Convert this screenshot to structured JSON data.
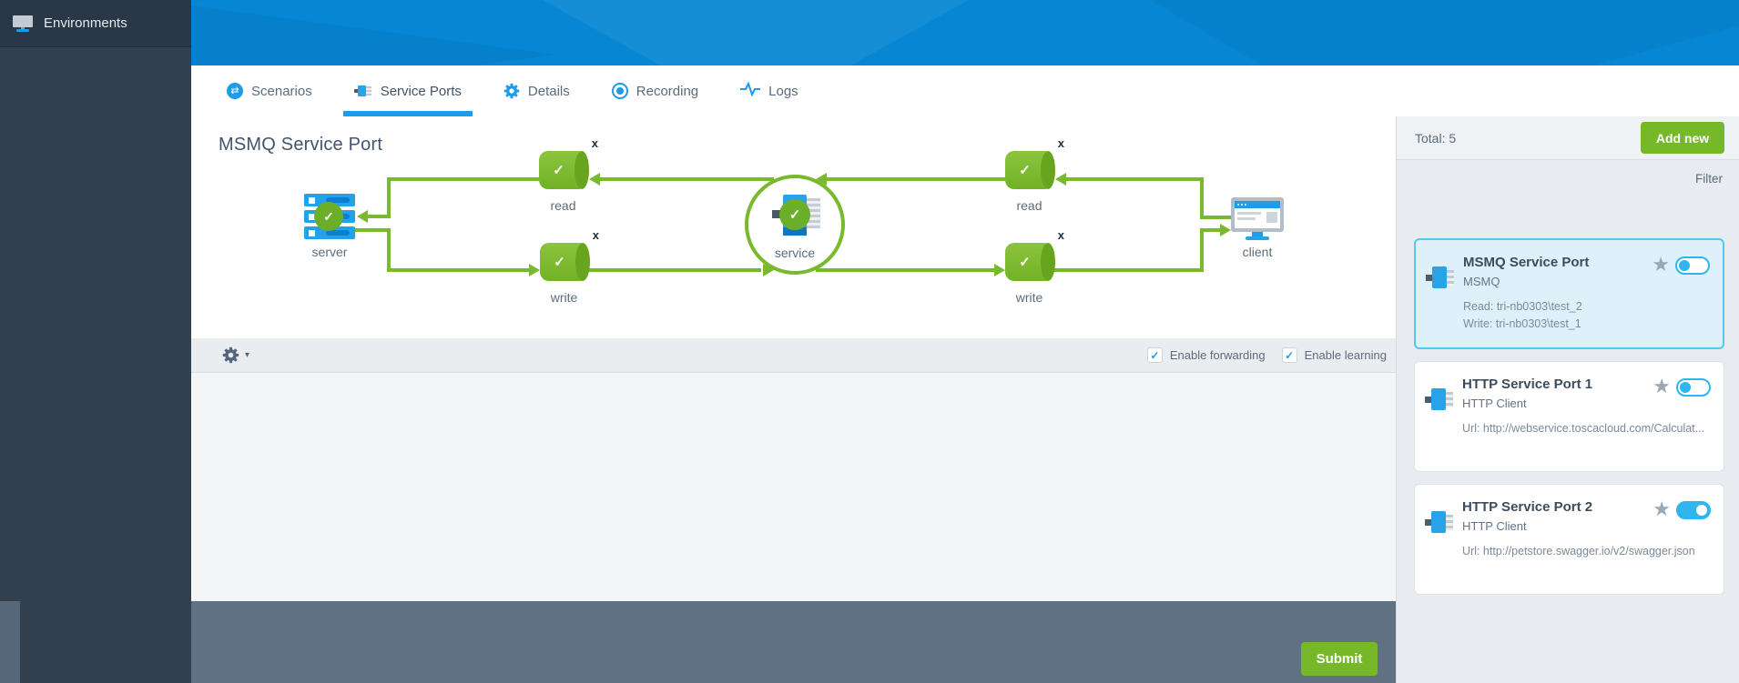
{
  "colors": {
    "accent_green": "#76b82a",
    "accent_blue": "#1e9be9",
    "banner_blue": "#0787d3",
    "sidebar_dark": "#33404f",
    "footer_slate": "#5f7183",
    "toggle_blue": "#2fb5f0",
    "selected_card_bg": "#def1fb",
    "selected_card_border": "#55c7f3"
  },
  "icons": {
    "check": "✓",
    "star": "★",
    "caret": "▾",
    "swap": "⇄"
  },
  "sidebar": {
    "title": "Environments"
  },
  "tabs": [
    {
      "label": "Scenarios",
      "active": false
    },
    {
      "label": "Service Ports",
      "active": true
    },
    {
      "label": "Details",
      "active": false
    },
    {
      "label": "Recording",
      "active": false
    },
    {
      "label": "Logs",
      "active": false
    }
  ],
  "diagram": {
    "title": "MSMQ Service Port",
    "close_label": "x",
    "nodes": {
      "server": "server",
      "read_left": "read",
      "write_left": "write",
      "service": "service",
      "read_right": "read",
      "write_right": "write",
      "client": "client"
    }
  },
  "toolbar": {
    "forwarding": {
      "label": "Enable forwarding",
      "checked": true
    },
    "learning": {
      "label": "Enable learning",
      "checked": true
    }
  },
  "footer": {
    "submit_label": "Submit"
  },
  "panel": {
    "total_label": "Total: 5",
    "add_new_label": "Add new",
    "filter_label": "Filter",
    "cards": [
      {
        "title": "MSMQ Service Port",
        "subtitle": "MSMQ",
        "lines": [
          "Read: tri-nb0303\\test_2",
          "Write: tri-nb0303\\test_1"
        ],
        "selected": true,
        "toggle_on": false
      },
      {
        "title": "HTTP Service Port 1",
        "subtitle": "HTTP Client",
        "lines": [
          "Url: http://webservice.toscacloud.com/Calculat..."
        ],
        "selected": false,
        "toggle_on": false
      },
      {
        "title": "HTTP Service Port 2",
        "subtitle": "HTTP Client",
        "lines": [
          "Url: http://petstore.swagger.io/v2/swagger.json"
        ],
        "selected": false,
        "toggle_on": true
      }
    ]
  }
}
